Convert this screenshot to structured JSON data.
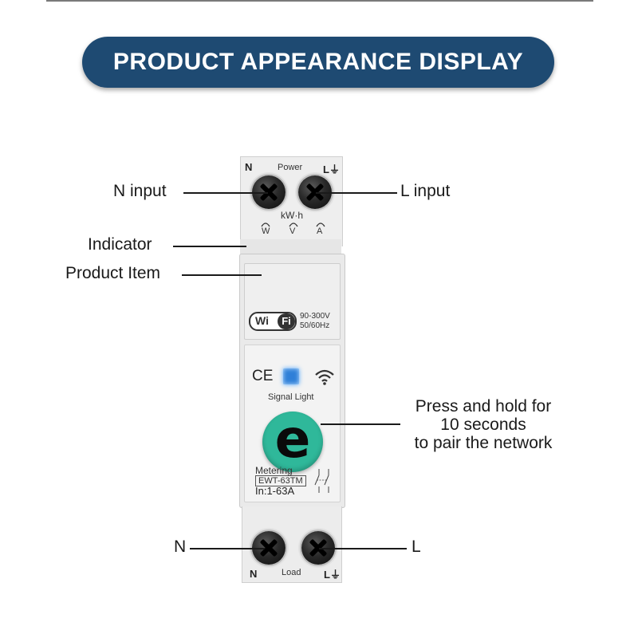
{
  "banner": {
    "title": "PRODUCT APPEARANCE DISPLAY"
  },
  "callouts": {
    "n_input": "N input",
    "l_input": "L input",
    "indicator": "Indicator",
    "product_item": "Product Item",
    "press_lines": [
      "Press and hold for",
      "10 seconds",
      "to pair the network"
    ],
    "n_load": "N",
    "l_load": "L"
  },
  "device": {
    "top_n": "N",
    "top_power": "Power",
    "top_l": "L⏚",
    "kwh": "kW·h",
    "meter_w": "W",
    "meter_v": "V",
    "meter_a": "A",
    "wifi_wi": "Wi",
    "wifi_fi": "Fi",
    "voltage": "90-300V",
    "frequency": "50/60Hz",
    "ce_mark": "CE",
    "signal_light": "Signal Light",
    "button_letter": "e",
    "metering": "Metering",
    "model": "EWT-63TM",
    "rating": "In:1-63A",
    "bottom_n": "N",
    "bottom_load": "Load",
    "bottom_l": "L⏚"
  },
  "colors": {
    "banner_bg": "#1e4a72",
    "button": "#2fb89a",
    "signal_light": "#2f7fd8"
  }
}
